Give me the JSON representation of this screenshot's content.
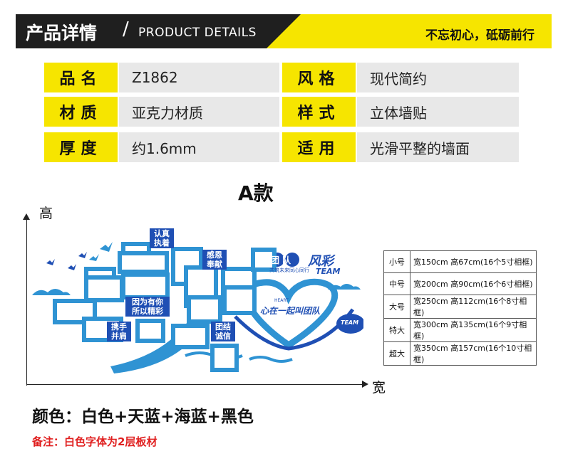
{
  "header": {
    "title": "产品详情",
    "slash": "/",
    "subtitle": "PRODUCT DETAILS",
    "slogan": "不忘初心，砥砺前行"
  },
  "specs": [
    {
      "key": "品名",
      "value": "Z1862"
    },
    {
      "key": "风格",
      "value": "现代简约"
    },
    {
      "key": "材质",
      "value": "亚克力材质"
    },
    {
      "key": "样式",
      "value": "立体墙贴"
    },
    {
      "key": "厚度",
      "value": "约1.6mm"
    },
    {
      "key": "适用",
      "value": "光滑平整的墙面"
    }
  ],
  "model_label": "A款",
  "axis": {
    "height_label": "高",
    "width_label": "宽"
  },
  "illustration": {
    "tags": [
      "认真\n执着",
      "感恩\n奉献",
      "因为有你\n所以精彩",
      "携手\n并肩",
      "团结\n诚信"
    ],
    "team_title": "团队",
    "team_script": "风彩",
    "team_slogan": "共筑未来同心同行",
    "team_en": "TEAM",
    "heart_small": "HEART",
    "heart_text": "心在一起叫团队",
    "bubble": "TEAM",
    "colors": {
      "sky_blue": "#2f93d3",
      "navy": "#1f4fb4"
    }
  },
  "sizes": [
    {
      "name": "小号",
      "dims": "宽150cm 高67cm(16个5寸相框)"
    },
    {
      "name": "中号",
      "dims": "宽200cm 高90cm(16个6寸相框)"
    },
    {
      "name": "大号",
      "dims": "宽250cm 高112cm(16个8寸相框)"
    },
    {
      "name": "特大",
      "dims": "宽300cm 高135cm(16个9寸相框)"
    },
    {
      "name": "超大",
      "dims": "宽350cm 高157cm(16个10寸相框)"
    }
  ],
  "color_line": "颜色：白色+天蓝+海蓝+黑色",
  "note": "备注：白色字体为2层板材"
}
